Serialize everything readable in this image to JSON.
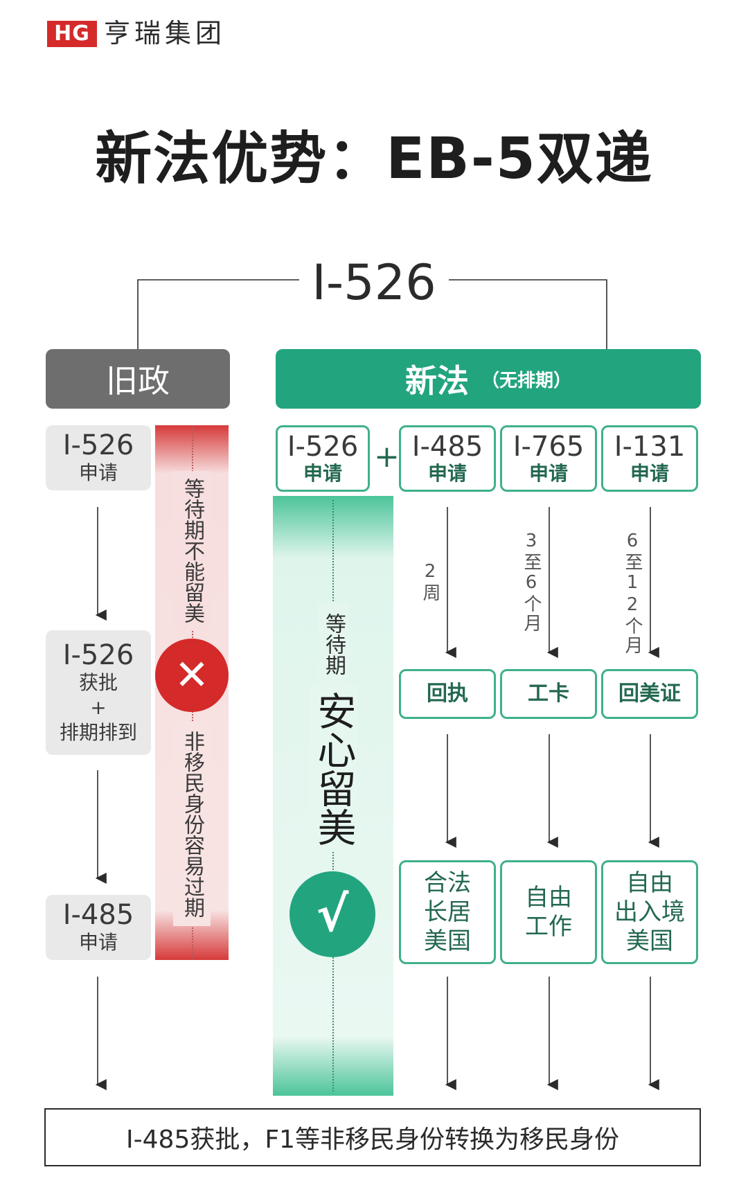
{
  "brand": {
    "logo": "HG",
    "name": "亨瑞集团"
  },
  "title": "新法优势：EB-5双递",
  "top_label": "I-526",
  "old_policy": {
    "header": "旧政",
    "steps": [
      {
        "big": "I-526",
        "lines": [
          "申请"
        ]
      },
      {
        "big": "I-526",
        "lines": [
          "获批",
          "+",
          "排期排到"
        ]
      },
      {
        "big": "I-485",
        "lines": [
          "申请"
        ]
      }
    ],
    "band_top": "等待期不能留美",
    "band_bottom": "非移民身份容易过期",
    "icon": "✕"
  },
  "new_law": {
    "header": "新法",
    "header_sub": "（无排期）",
    "first": {
      "big": "I-526",
      "small": "申请"
    },
    "plus": "+",
    "cols": [
      {
        "big": "I-485",
        "small": "申请",
        "duration": "2周",
        "result": "回执",
        "final": "合法长居美国",
        "final_lines": [
          "合法",
          "长居",
          "美国"
        ]
      },
      {
        "big": "I-765",
        "small": "申请",
        "duration": "3至6个月",
        "result": "工卡",
        "final": "自由工作",
        "final_lines": [
          "自由",
          "工作"
        ]
      },
      {
        "big": "I-131",
        "small": "申请",
        "duration": "6至12个月",
        "result": "回美证",
        "final": "自由出入境美国",
        "final_lines": [
          "自由",
          "出入境",
          "美国"
        ]
      }
    ],
    "band_small": "等待期",
    "band_big": "安心留美",
    "icon": "√"
  },
  "bottom": "I-485获批，F1等非移民身份转换为移民身份",
  "colors": {
    "green": "#22a47f",
    "red": "#d42a2a",
    "gray": "#6e6e6e"
  }
}
